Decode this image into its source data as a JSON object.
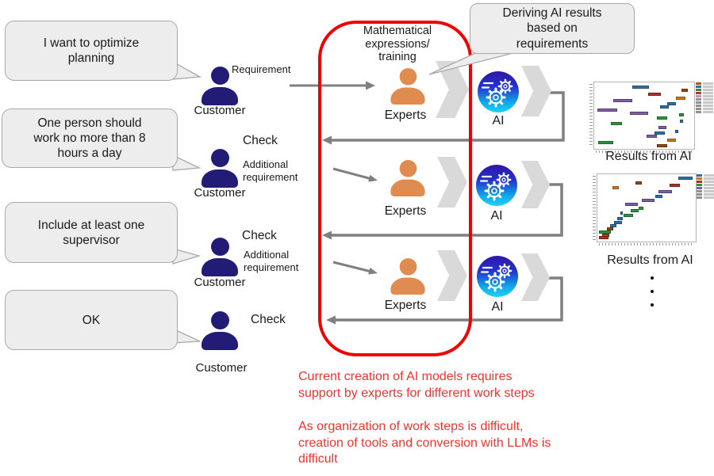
{
  "bubbles": [
    {
      "text": "I want to optimize\nplanning"
    },
    {
      "text": "One person should\nwork no more than 8\nhours a day"
    },
    {
      "text": "Include at least one\nsupervisor"
    },
    {
      "text": "OK"
    }
  ],
  "deriving_bubble": {
    "text": "Deriving AI results\nbased on\nrequirements"
  },
  "labels": {
    "customer": "Customer",
    "experts": "Experts",
    "ai": "AI",
    "requirement": "Requirement",
    "check": "Check",
    "additional_requirement": "Additional\nrequirement",
    "results_from_ai": "Results from AI"
  },
  "red_box": {
    "title": "Mathematical\nexpressions/\ntraining",
    "border_color": "#ee0000"
  },
  "notes": {
    "note1": "Current creation of AI models requires\nsupport by experts for different work steps",
    "note2": "As organization of work steps is difficult,\ncreation of tools and conversion with LLMs is\ndifficult",
    "color": "#f5322b"
  },
  "icons": {
    "customer": "person-icon",
    "expert": "person-icon",
    "ai": "gears-icon",
    "flow": "chevron-arrow-icon"
  },
  "colors": {
    "customer": "#221c77",
    "expert": "#e08c50",
    "outline_red": "#ee0000",
    "note_red": "#f5322b",
    "arrow_grey": "#7f7f7f",
    "chevron_grey": "#d9d9d9",
    "bubble_fill": "#ededed",
    "bubble_border": "#a9a9a9",
    "ai_gradient_top": "#2f16a5",
    "ai_gradient_bottom": "#1ed2f6"
  },
  "charts": {
    "type": "gantt",
    "palette": {
      "b": "#2e6fa8",
      "r": "#a83228",
      "p": "#7a5fa5",
      "g": "#2d9140",
      "o": "#c87a1e",
      "br": "#8f4a10"
    },
    "items": [
      {
        "bars": [
          [
            38,
            5,
            17,
            "b"
          ],
          [
            87,
            10,
            7,
            "br"
          ],
          [
            54,
            15,
            13,
            "r"
          ],
          [
            82,
            21,
            9,
            "o"
          ],
          [
            19,
            25,
            19,
            "p"
          ],
          [
            73,
            30,
            9,
            "b"
          ],
          [
            66,
            35,
            9,
            "b"
          ],
          [
            3,
            39,
            20,
            "p"
          ],
          [
            36,
            44,
            18,
            "p"
          ],
          [
            85,
            47,
            5,
            "g"
          ],
          [
            63,
            51,
            10,
            "g"
          ],
          [
            86,
            56,
            3,
            "b"
          ],
          [
            17,
            60,
            11,
            "g"
          ],
          [
            64,
            65,
            8,
            "p"
          ],
          [
            81,
            71,
            3,
            "b"
          ],
          [
            60,
            74,
            11,
            "b"
          ],
          [
            52,
            79,
            11,
            "p"
          ],
          [
            73,
            84,
            9,
            "o"
          ],
          [
            4,
            88,
            15,
            "g"
          ],
          [
            63,
            93,
            10,
            "br"
          ]
        ],
        "legend": [
          "#b05a10",
          "#2e6fa8",
          "#2d9140",
          "#c03030",
          "#e080c0",
          "#909090",
          "#909090",
          "#909090",
          "#909090",
          "#909090"
        ]
      },
      {
        "bars": [
          [
            82,
            4,
            15,
            "b"
          ],
          [
            39,
            10,
            6,
            "br"
          ],
          [
            73,
            14,
            11,
            "r"
          ],
          [
            15,
            18,
            7,
            "o"
          ],
          [
            62,
            24,
            14,
            "p"
          ],
          [
            59,
            30,
            7,
            "b"
          ],
          [
            45,
            36,
            13,
            "p"
          ],
          [
            28,
            42,
            13,
            "p"
          ],
          [
            42,
            48,
            5,
            "g"
          ],
          [
            34,
            52,
            8,
            "g"
          ],
          [
            23,
            55,
            3,
            "b"
          ],
          [
            27,
            59,
            9,
            "g"
          ],
          [
            20,
            64,
            6,
            "b"
          ],
          [
            17,
            69,
            8,
            "b"
          ],
          [
            13,
            74,
            6,
            "b"
          ],
          [
            10,
            79,
            6,
            "br"
          ],
          [
            2,
            83,
            12,
            "g"
          ],
          [
            5,
            88,
            7,
            "br"
          ],
          [
            2,
            92,
            9,
            "r"
          ]
        ],
        "legend": [
          "#2e6fa8",
          "#c87a1e",
          "#a83228",
          "#2d9140",
          "#7a5fa5",
          "#909090",
          "#909090",
          "#909090"
        ]
      }
    ]
  }
}
